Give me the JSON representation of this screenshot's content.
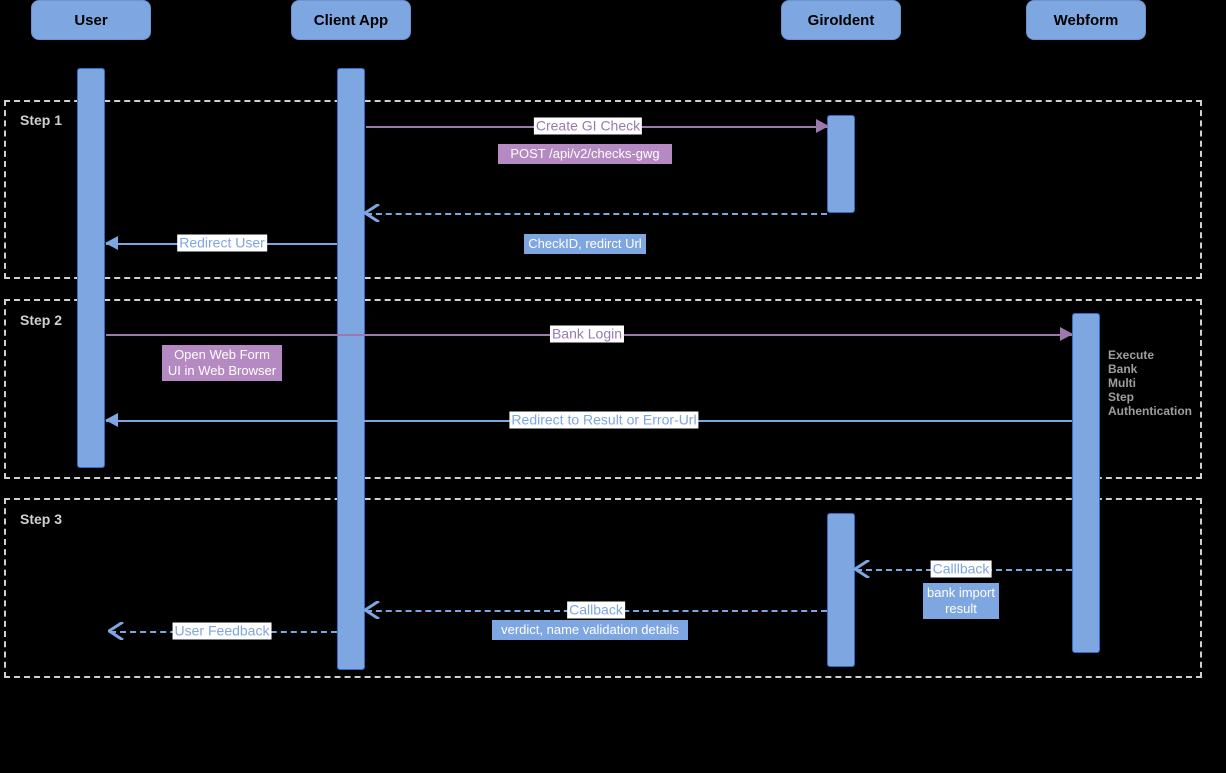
{
  "diagram": {
    "title": "GiroIdent sequence diagram",
    "colors": {
      "participant_fill": "#7EA6E0",
      "participant_border": "#6b93cc",
      "activation_fill": "#7EA6E0",
      "activation_border": "#2a6fc9",
      "frame_border": "#d0d0d0",
      "frame_label": "#d0d0d0",
      "message_blue": "#7EA6E0",
      "message_purple": "#9A7AAE",
      "note_purple_bg": "#B58AC2",
      "note_blue_bg": "#7EA6E0",
      "background": "#000000"
    }
  },
  "participants": [
    {
      "id": "user",
      "label": "User"
    },
    {
      "id": "client_app",
      "label": "Client App"
    },
    {
      "id": "giroident",
      "label": "GiroIdent"
    },
    {
      "id": "webform",
      "label": "Webform"
    }
  ],
  "frames": [
    {
      "id": "step1",
      "label": "Step 1"
    },
    {
      "id": "step2",
      "label": "Step 2"
    },
    {
      "id": "step3",
      "label": "Step 3"
    }
  ],
  "messages": [
    {
      "id": "m1",
      "label": "Create GI Check",
      "from": "client_app",
      "to": "giroident",
      "style": "solid",
      "color": "purple"
    },
    {
      "id": "m2",
      "label": "",
      "from": "giroident",
      "to": "client_app",
      "style": "dashed",
      "color": "blue"
    },
    {
      "id": "m3",
      "label": "Redirect User",
      "from": "client_app",
      "to": "user",
      "style": "solid",
      "color": "blue"
    },
    {
      "id": "m4",
      "label": "Bank Login",
      "from": "user",
      "to": "webform",
      "style": "solid",
      "color": "purple"
    },
    {
      "id": "m5",
      "label": "Redirect to Result or Error-Url",
      "from": "webform",
      "to": "user",
      "style": "solid",
      "color": "blue"
    },
    {
      "id": "m6",
      "label": "Calllback",
      "from": "webform",
      "to": "giroident",
      "style": "dashed",
      "color": "blue"
    },
    {
      "id": "m7",
      "label": "Callback",
      "from": "giroident",
      "to": "client_app",
      "style": "dashed",
      "color": "blue"
    },
    {
      "id": "m8",
      "label": "User Feedback",
      "from": "client_app",
      "to": "user",
      "style": "dashed",
      "color": "blue"
    }
  ],
  "notes": [
    {
      "id": "n1",
      "text": "POST /api/v2/checks-gwg",
      "variant": "purple"
    },
    {
      "id": "n2",
      "text": "CheckID, redirct Url",
      "variant": "blue"
    },
    {
      "id": "n3",
      "text": "Open Web Form\nUI in Web Browser",
      "variant": "purple"
    },
    {
      "id": "n4",
      "text": "bank import\nresult",
      "variant": "blue"
    },
    {
      "id": "n5",
      "text": "verdict, name validation details",
      "variant": "blue"
    }
  ],
  "side_notes": [
    {
      "id": "s1",
      "text": "Execute\nBank\nMulti\nStep\nAuthentication"
    }
  ]
}
